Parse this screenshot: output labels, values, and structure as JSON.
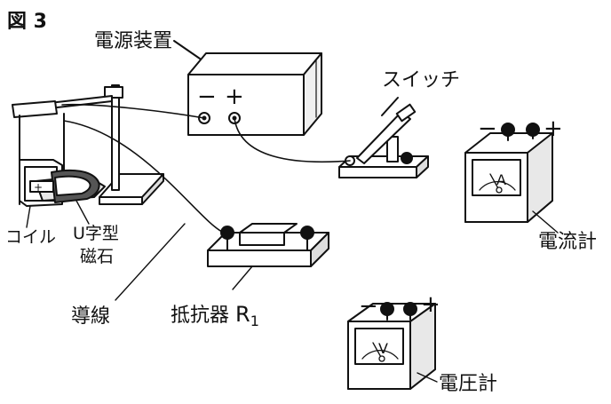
{
  "figure_label": "図 3",
  "labels": {
    "power_supply": "電源装置",
    "switch": "スイッチ",
    "coil": "コイル",
    "magnet_line1": "U字型",
    "magnet_line2": "磁石",
    "wire": "導線",
    "resistor": "抵抗器",
    "resistor_symbol": "R",
    "resistor_subscript": "1",
    "ammeter": "電流計",
    "voltmeter": "電圧計"
  },
  "power_supply_terminals": {
    "negative": "−",
    "positive": "+"
  },
  "ammeter": {
    "dial_letter": "A",
    "negative": "−",
    "positive": "+"
  },
  "voltmeter": {
    "dial_letter": "V",
    "negative": "−",
    "positive": "+"
  },
  "magnet_pole_label": "+"
}
